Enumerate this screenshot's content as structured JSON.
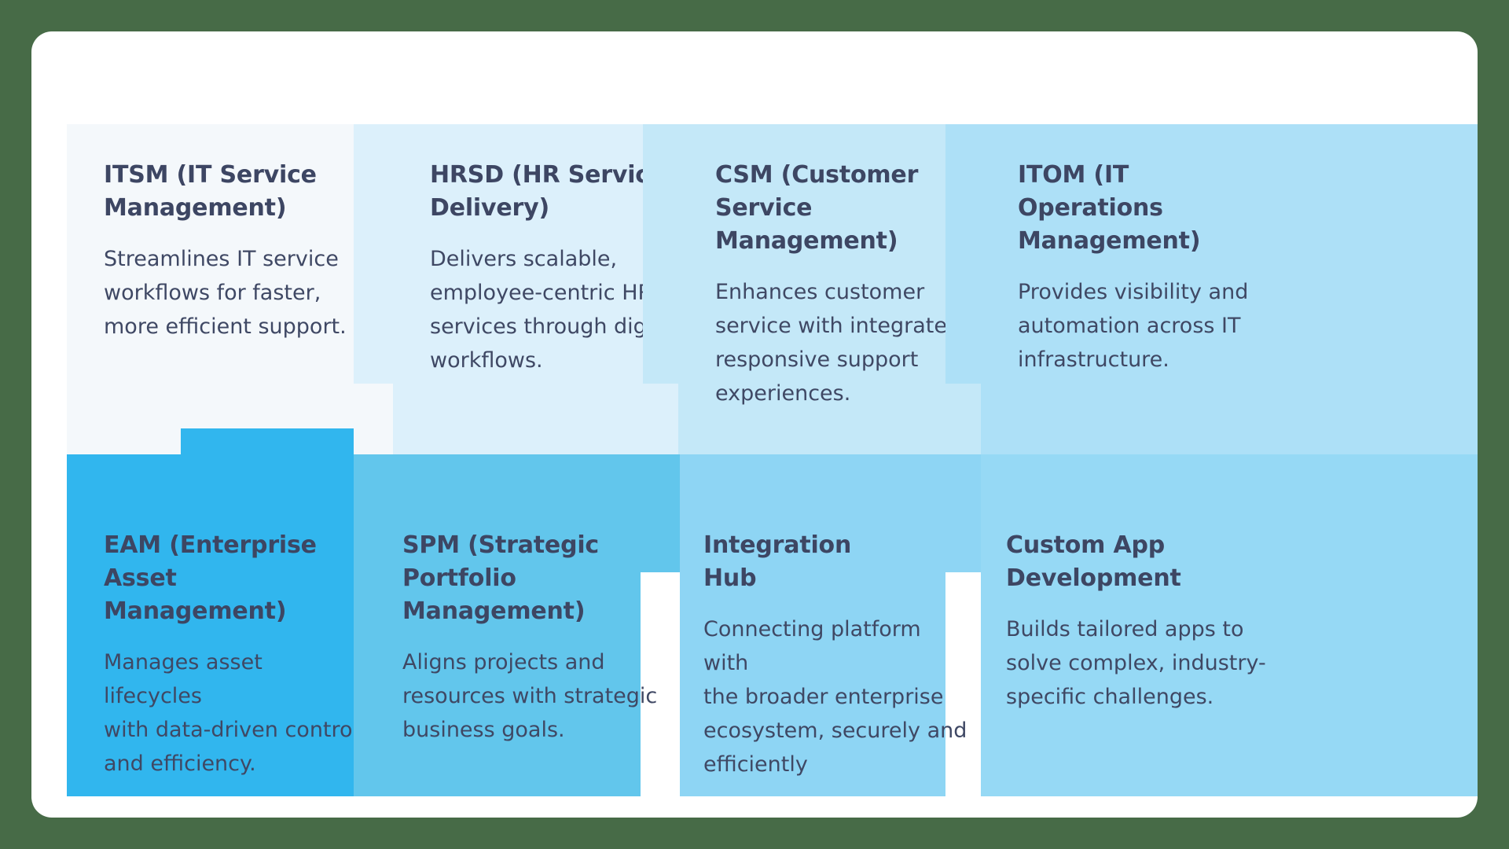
{
  "page": {
    "background_color": "#476b47",
    "panel_color": "#ffffff"
  },
  "cards": [
    {
      "id": "itsm",
      "title": "ITSM (IT Service\nManagement)",
      "description": "Streamlines IT service\nworkflows for faster,\nmore efficient support.",
      "color": "#f4f8fb",
      "row": 1
    },
    {
      "id": "hrsd",
      "title": "HRSD (HR Service\nDelivery)",
      "description": "Delivers scalable,\nemployee-centric HR\nservices through digital\nworkflows.",
      "color": "#dcf0fb",
      "row": 1
    },
    {
      "id": "csm",
      "title": "CSM (Customer Service\nManagement)",
      "description": "Enhances customer\nservice with integrated,\nresponsive support\nexperiences.",
      "color": "#c4e8f8",
      "row": 1
    },
    {
      "id": "itom",
      "title": "ITOM (IT Operations\nManagement)",
      "description": "Provides visibility and\nautomation across IT\ninfrastructure.",
      "color": "#ade0f7",
      "row": 1
    },
    {
      "id": "eam",
      "title": "EAM (Enterprise\nAsset Management)",
      "description": "Manages asset lifecycles\nwith data-driven control\nand efficiency.",
      "color": "#31b6ee",
      "row": 2
    },
    {
      "id": "spm",
      "title": "SPM (Strategic\nPortfolio Management)",
      "description": "Aligns projects and\nresources with strategic\nbusiness goals.",
      "color": "#62c6ec",
      "row": 2
    },
    {
      "id": "integration-hub",
      "title": "Integration\nHub",
      "description": "Connecting platform with\nthe broader enterprise\necosystem, securely and\nefficiently",
      "color": "#8ed5f4",
      "row": 2
    },
    {
      "id": "custom-app-development",
      "title": "Custom App\nDevelopment",
      "description": "Builds tailored apps to\nsolve complex, industry-\nspecific challenges.",
      "color": "#96d9f5",
      "row": 2
    }
  ]
}
